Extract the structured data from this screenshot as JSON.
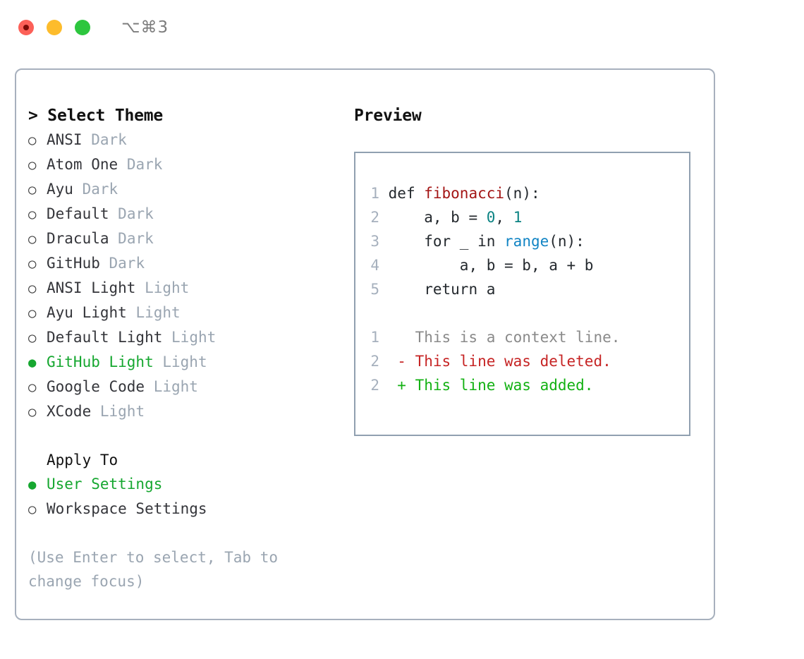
{
  "titlebar": {
    "shortcut": "⌥⌘3",
    "buttons": [
      {
        "name": "close",
        "color": "#fc6058"
      },
      {
        "name": "minimize",
        "color": "#fdbc2c"
      },
      {
        "name": "maximize",
        "color": "#2dc63e"
      }
    ]
  },
  "left": {
    "heading": "> Select Theme",
    "themes": [
      {
        "marker": "○",
        "name": "ANSI",
        "variant": "Dark",
        "selected": false
      },
      {
        "marker": "○",
        "name": "Atom One",
        "variant": "Dark",
        "selected": false
      },
      {
        "marker": "○",
        "name": "Ayu",
        "variant": "Dark",
        "selected": false
      },
      {
        "marker": "○",
        "name": "Default",
        "variant": "Dark",
        "selected": false
      },
      {
        "marker": "○",
        "name": "Dracula",
        "variant": "Dark",
        "selected": false
      },
      {
        "marker": "○",
        "name": "GitHub",
        "variant": "Dark",
        "selected": false
      },
      {
        "marker": "○",
        "name": "ANSI Light",
        "variant": "Light",
        "selected": false
      },
      {
        "marker": "○",
        "name": "Ayu Light",
        "variant": "Light",
        "selected": false
      },
      {
        "marker": "○",
        "name": "Default Light",
        "variant": "Light",
        "selected": false
      },
      {
        "marker": "●",
        "name": "GitHub Light",
        "variant": "Light",
        "selected": true
      },
      {
        "marker": "○",
        "name": "Google Code",
        "variant": "Light",
        "selected": false
      },
      {
        "marker": "○",
        "name": "XCode",
        "variant": "Light",
        "selected": false
      }
    ],
    "apply_to": {
      "heading": "Apply To",
      "options": [
        {
          "marker": "●",
          "label": "User Settings",
          "selected": true
        },
        {
          "marker": "○",
          "label": "Workspace Settings",
          "selected": false
        }
      ]
    },
    "hint": "(Use Enter to select, Tab to change focus)"
  },
  "preview": {
    "heading": "Preview",
    "code_lines": [
      {
        "no": "1",
        "tokens": [
          {
            "t": "def ",
            "k": "plain"
          },
          {
            "t": "fibonacci",
            "k": "func"
          },
          {
            "t": "(n):",
            "k": "plain"
          }
        ]
      },
      {
        "no": "2",
        "tokens": [
          {
            "t": "    a, b = ",
            "k": "plain"
          },
          {
            "t": "0",
            "k": "num"
          },
          {
            "t": ", ",
            "k": "plain"
          },
          {
            "t": "1",
            "k": "num"
          }
        ]
      },
      {
        "no": "3",
        "tokens": [
          {
            "t": "    for _ in ",
            "k": "plain"
          },
          {
            "t": "range",
            "k": "builtin"
          },
          {
            "t": "(n):",
            "k": "plain"
          }
        ]
      },
      {
        "no": "4",
        "tokens": [
          {
            "t": "        a, b = b, a + b",
            "k": "plain"
          }
        ]
      },
      {
        "no": "5",
        "tokens": [
          {
            "t": "    return a",
            "k": "plain"
          }
        ]
      }
    ],
    "diff_lines": [
      {
        "no": "1",
        "sign": " ",
        "text": "This is a context line.",
        "kind": "ctx"
      },
      {
        "no": "2",
        "sign": "-",
        "text": "This line was deleted.",
        "kind": "del"
      },
      {
        "no": "2",
        "sign": "+",
        "text": "This line was added.",
        "kind": "add"
      }
    ]
  },
  "colors": {
    "accent_green": "#16a730",
    "muted": "#9aa5b1",
    "panel_border": "#a7b0bd",
    "preview_border": "#90a0b0",
    "diff_add": "#13b113",
    "diff_del": "#c62424",
    "syntax_func": "#a31515",
    "syntax_num": "#0b8383",
    "syntax_builtin": "#1184c4"
  }
}
